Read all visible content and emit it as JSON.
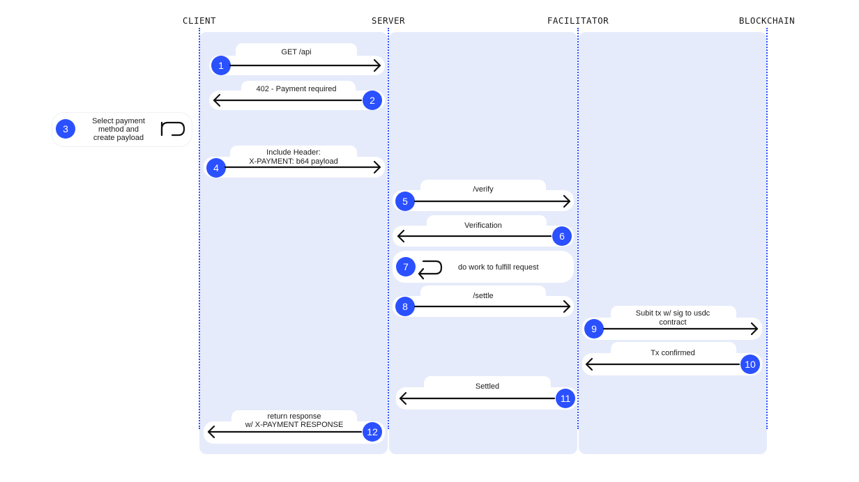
{
  "lanes": {
    "client": "CLIENT",
    "server": "SERVER",
    "facilitator": "FACILITATOR",
    "blockchain": "BLOCKCHAIN"
  },
  "steps": [
    {
      "num": "1",
      "label": "GET /api"
    },
    {
      "num": "2",
      "label": "402 - Payment required"
    },
    {
      "num": "3",
      "lines": [
        "Select payment",
        "method and",
        "create payload"
      ]
    },
    {
      "num": "4",
      "lines": [
        "Include Header:",
        "X-PAYMENT: b64 payload"
      ]
    },
    {
      "num": "5",
      "label": "/verify"
    },
    {
      "num": "6",
      "label": "Verification"
    },
    {
      "num": "7",
      "label": "do work to fulfill request"
    },
    {
      "num": "8",
      "label": "/settle"
    },
    {
      "num": "9",
      "lines": [
        "Subit tx w/ sig to usdc",
        "contract"
      ]
    },
    {
      "num": "10",
      "label": "Tx confirmed"
    },
    {
      "num": "11",
      "label": "Settled"
    },
    {
      "num": "12",
      "lines": [
        "return response",
        "w/ X-PAYMENT RESPONSE"
      ]
    }
  ],
  "colors": {
    "accent": "#2b50ff",
    "lane_fill": "#e6ebfb",
    "arrow": "#111111"
  }
}
